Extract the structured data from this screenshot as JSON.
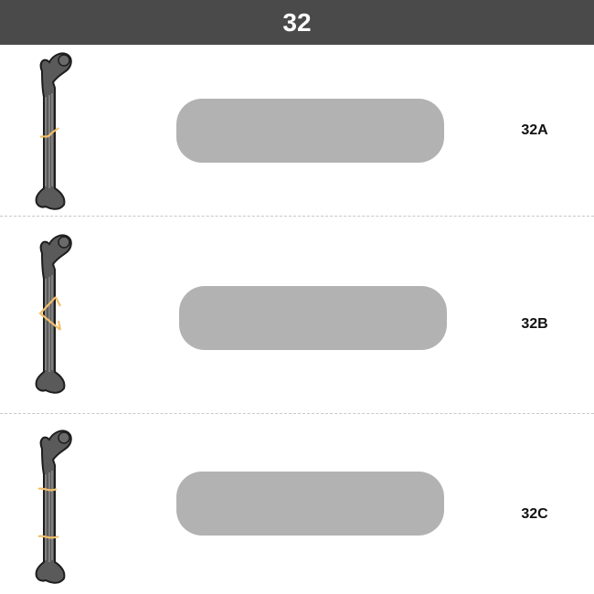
{
  "header": {
    "title": "32"
  },
  "rows": [
    {
      "code": "32A",
      "fracture": "simple"
    },
    {
      "code": "32B",
      "fracture": "wedge"
    },
    {
      "code": "32C",
      "fracture": "complex"
    }
  ],
  "colors": {
    "header_bg": "#4a4a4a",
    "pill": "#b2b2b2",
    "fracture_line": "#f2c06b",
    "bone_dark": "#222222"
  }
}
